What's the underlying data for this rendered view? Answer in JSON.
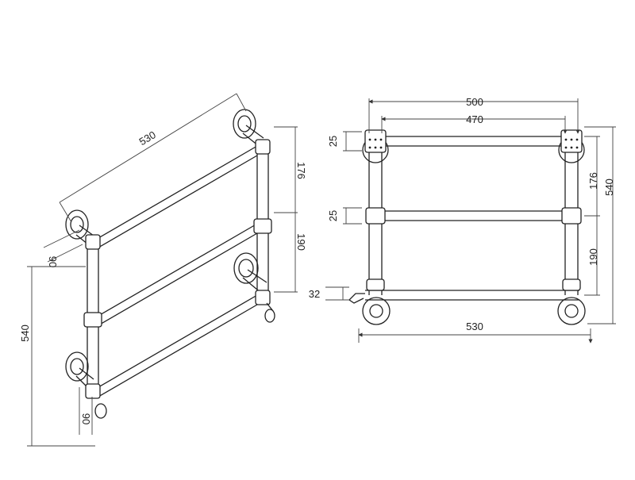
{
  "dimensions": {
    "perspective": {
      "width_top": "530",
      "height_upper": "176",
      "height_lower": "190",
      "height_total": "540",
      "depth_top": "90",
      "depth_bottom": "90"
    },
    "front": {
      "width_outer": "500",
      "width_inner": "470",
      "height_upper": "176",
      "height_total": "540",
      "height_lower": "190",
      "bracket_top": "25",
      "bracket_mid": "25",
      "element_offset": "32",
      "width_bottom": "530"
    }
  },
  "colors": {
    "line": "#222222",
    "dim": "#444444",
    "fill": "#ffffff"
  }
}
